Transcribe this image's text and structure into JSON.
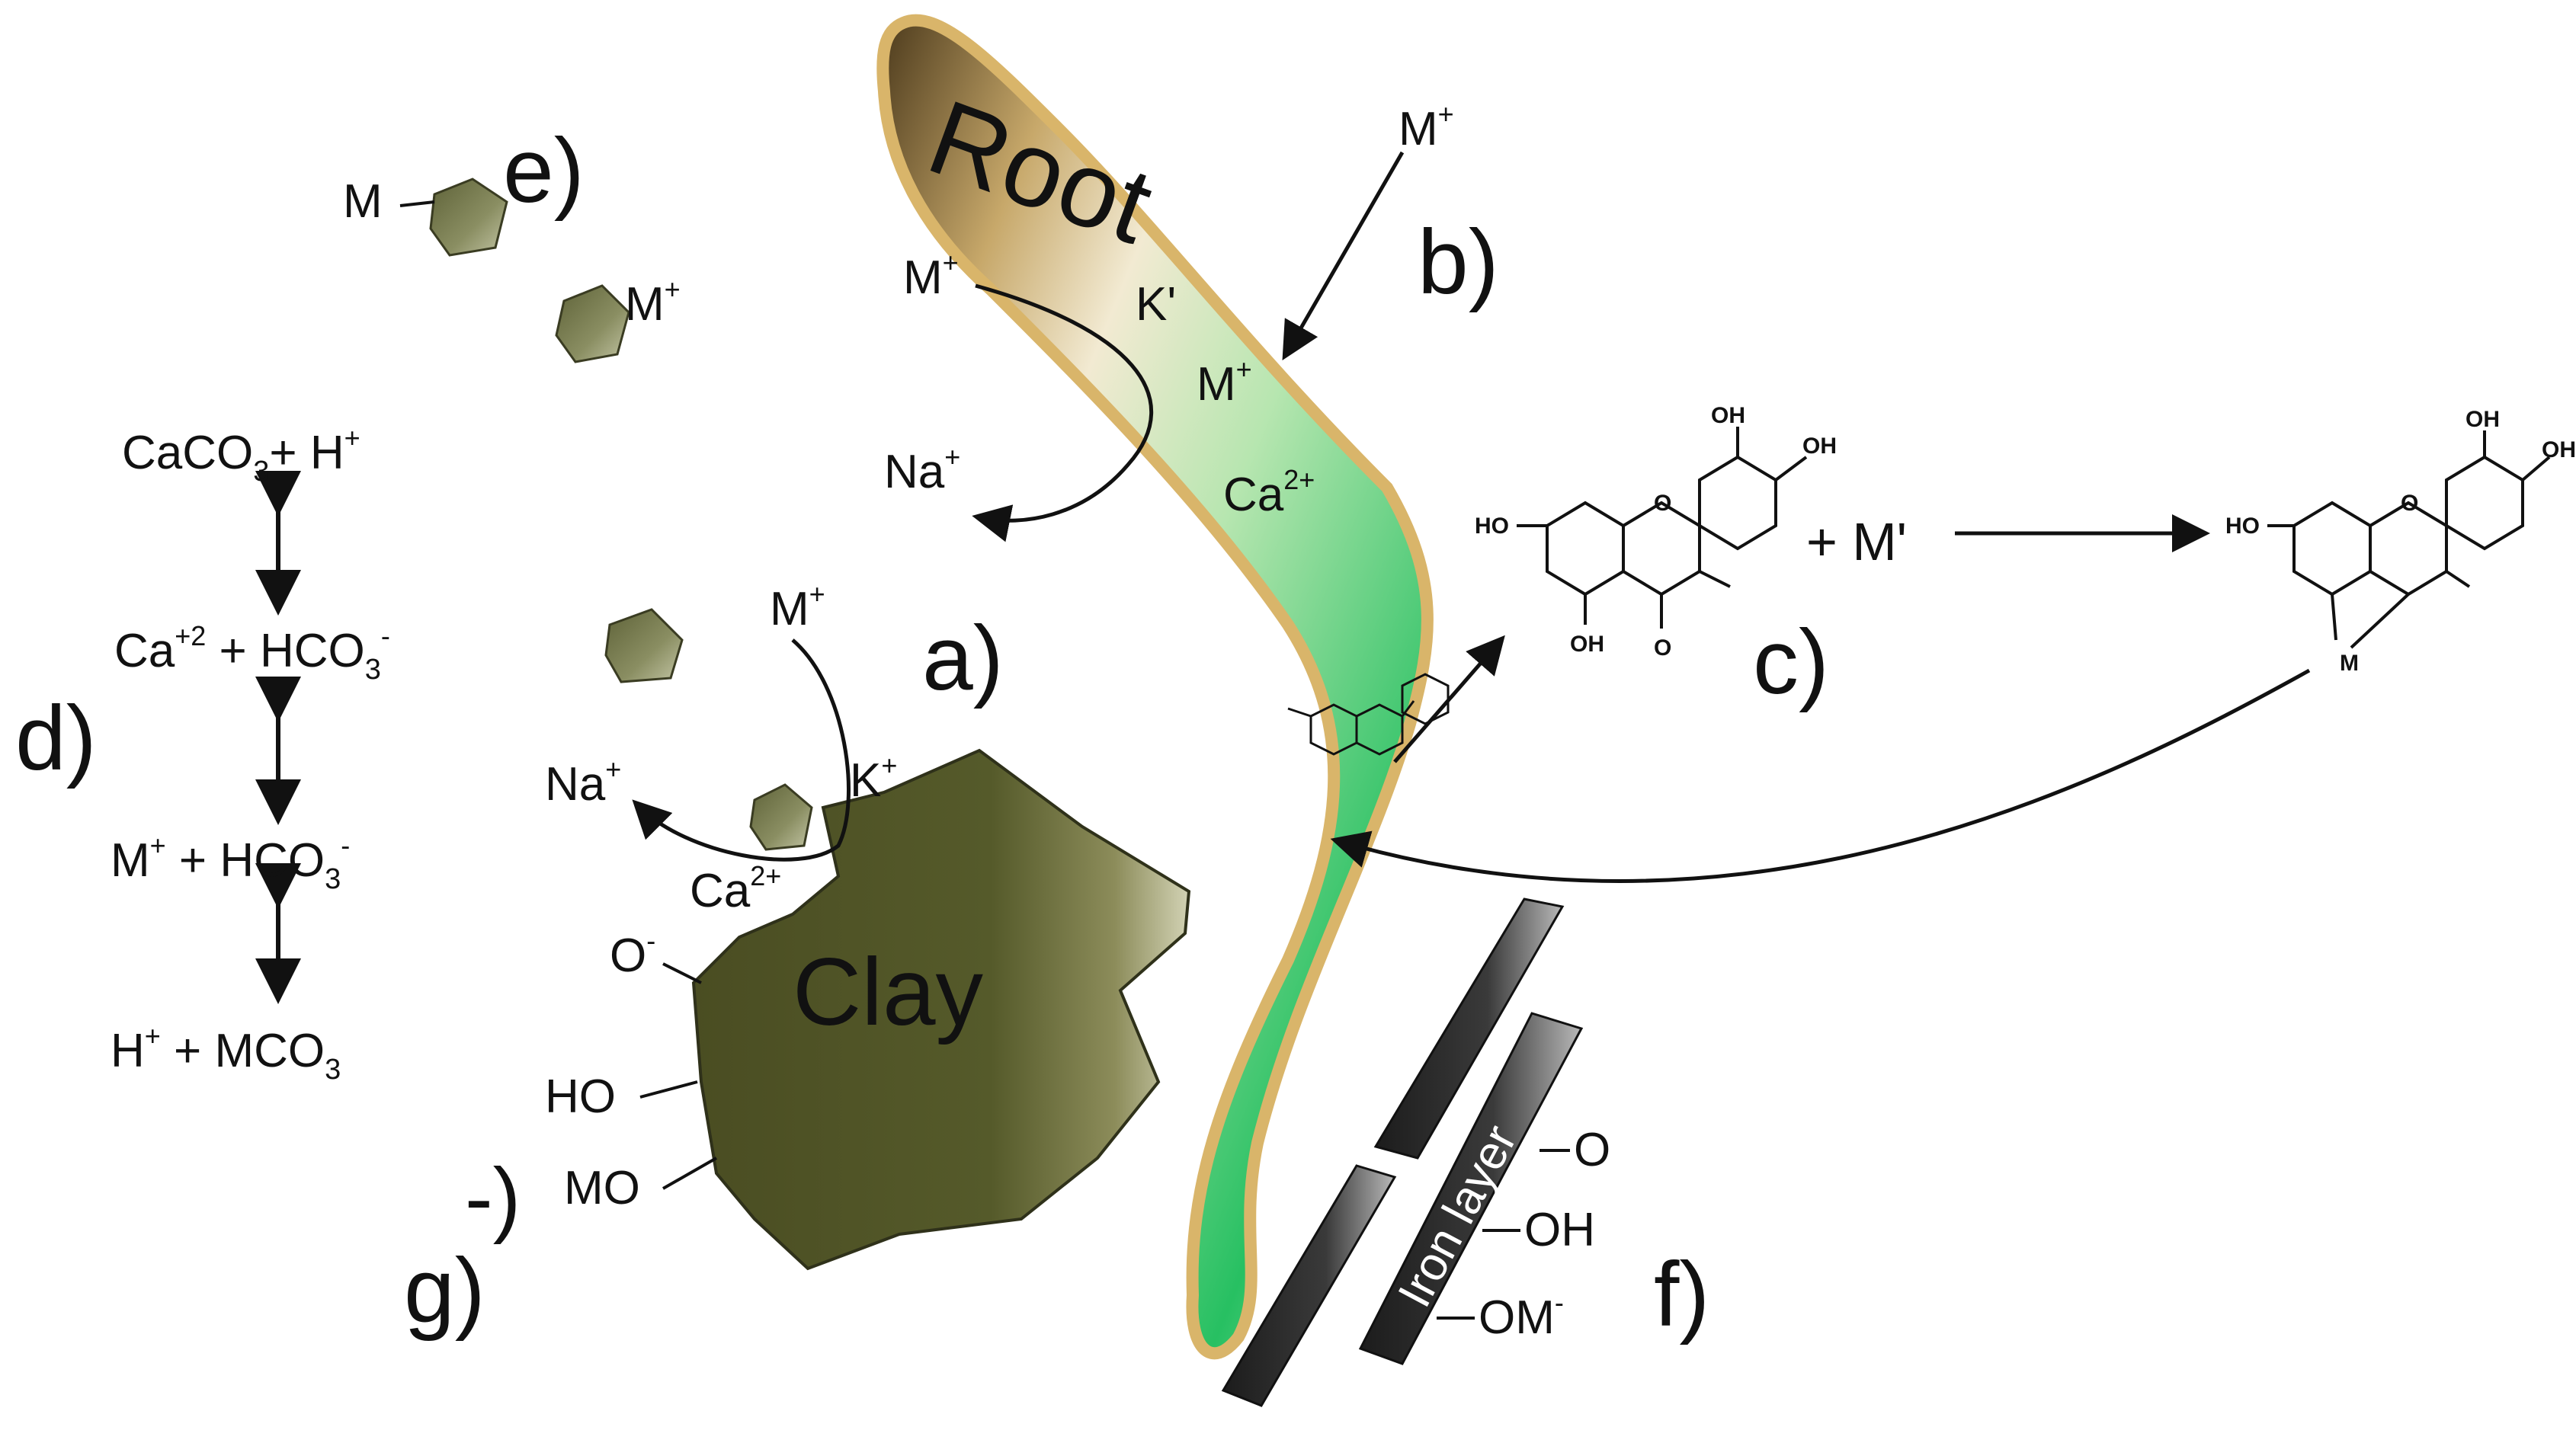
{
  "labels": {
    "a": "a)",
    "b": "b)",
    "c": "c)",
    "d": "d)",
    "e": "e)",
    "f": "f)",
    "g": "g)",
    "g_fragment": "-)"
  },
  "root": {
    "title": "Root",
    "k": "K'",
    "m": "M",
    "m_sup": "+",
    "ca": "Ca",
    "ca_sup": "2+",
    "top_m": "M",
    "top_m_sup": "+",
    "exch_m": "M",
    "exch_m_sup": "+",
    "exch_na": "Na",
    "exch_na_sup": "+"
  },
  "clay": {
    "title": "Clay",
    "m": "M",
    "m_sup": "+",
    "na": "Na",
    "na_sup": "+",
    "k": "K",
    "k_sup": "+",
    "ca": "Ca",
    "ca_sup": "2+",
    "o": "O",
    "o_sup": "-",
    "ho": "HO",
    "mo": "MO"
  },
  "equilibria": {
    "l1_a": "CaCO",
    "l1_sub": "3",
    "l1_b": "+ H",
    "l1_sup": "+",
    "l2_a": "Ca",
    "l2_sup": "+2",
    "l2_b": " + HCO",
    "l2_sub": "3",
    "l2_sup2": "-",
    "l3_a": "M",
    "l3_sup": "+",
    "l3_b": " + HCO",
    "l3_sub": "3",
    "l3_sup2": "-",
    "l4_a": "H",
    "l4_sup": "+",
    "l4_b": " + MCO",
    "l4_sub": "3"
  },
  "organic": {
    "e_m1": "M",
    "e_m2": "M",
    "e_m2_sup": "+"
  },
  "flavonoid": {
    "oh_top1": "OH",
    "oh_top2": "OH",
    "ho_left": "HO",
    "oh_bottom": "OH",
    "o_ring": "O",
    "o_keto": "O",
    "plus_m": "+ M'",
    "p_oh1": "OH",
    "p_oh2": "OH",
    "p_ho": "HO",
    "p_o": "O",
    "p_m": "M"
  },
  "iron": {
    "title": "Iron layer",
    "o": "O",
    "oh": "OH",
    "om": "OM",
    "om_sup": "-"
  },
  "colors": {
    "clay_dark": "#4a4d22",
    "clay_light": "#bfbf98",
    "root_border": "#d9b56a",
    "root_green": "#1fbf5a",
    "pebble": "#7f8457",
    "iron_dark": "#2b2b2b"
  }
}
